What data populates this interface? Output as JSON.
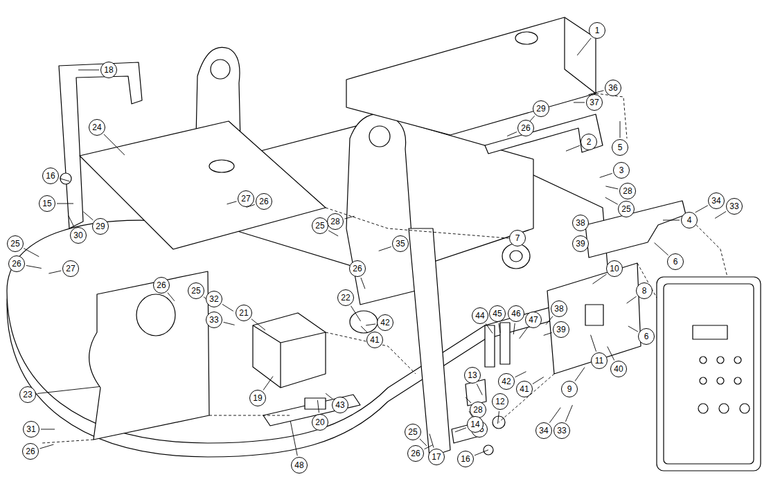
{
  "diagram": {
    "labels": [
      "1",
      "36",
      "37",
      "29",
      "26",
      "2",
      "5",
      "3",
      "28",
      "25",
      "4",
      "34",
      "33",
      "6",
      "38",
      "39",
      "7",
      "10",
      "8",
      "6",
      "11",
      "40",
      "9",
      "34",
      "33",
      "42",
      "41",
      "12",
      "13",
      "28",
      "25",
      "44",
      "45",
      "46",
      "47",
      "38",
      "39",
      "14",
      "16",
      "17",
      "25",
      "26",
      "22",
      "42",
      "41",
      "43",
      "20",
      "48",
      "19",
      "21",
      "32",
      "33",
      "26",
      "25",
      "35",
      "26",
      "28",
      "25",
      "27",
      "26",
      "24",
      "18",
      "16",
      "15",
      "30",
      "29",
      "25",
      "26",
      "27",
      "23",
      "31",
      "26"
    ]
  }
}
